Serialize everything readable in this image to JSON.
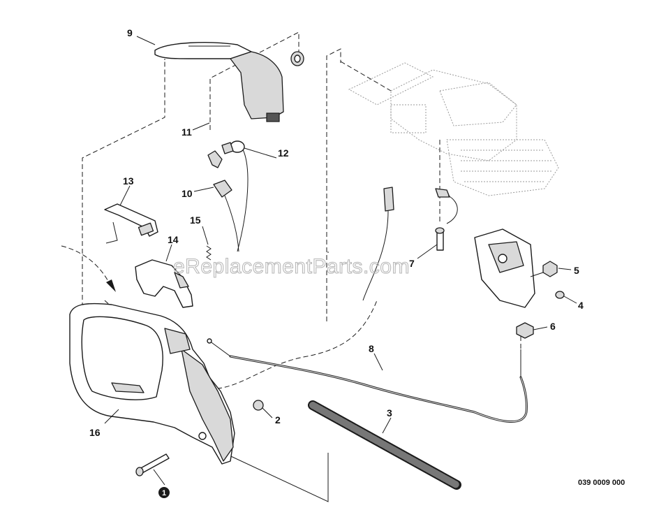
{
  "callouts": [
    {
      "id": "c9",
      "label": "9"
    },
    {
      "id": "c11",
      "label": "11"
    },
    {
      "id": "c12",
      "label": "12"
    },
    {
      "id": "c10",
      "label": "10"
    },
    {
      "id": "c13",
      "label": "13"
    },
    {
      "id": "c15",
      "label": "15"
    },
    {
      "id": "c14",
      "label": "14"
    },
    {
      "id": "c5",
      "label": "5"
    },
    {
      "id": "c4",
      "label": "4"
    },
    {
      "id": "c6",
      "label": "6"
    },
    {
      "id": "c8",
      "label": "8"
    },
    {
      "id": "c3",
      "label": "3"
    },
    {
      "id": "c2",
      "label": "2"
    },
    {
      "id": "c16",
      "label": "16"
    },
    {
      "id": "c7",
      "label": "7"
    },
    {
      "id": "c1",
      "label": "1"
    }
  ],
  "drawing_code": "039 0009 000",
  "watermark": "eReplacementParts.com",
  "colors": {
    "ink": "#1a1a1a",
    "paper": "#ffffff",
    "watermark": "#b8b8b8"
  }
}
